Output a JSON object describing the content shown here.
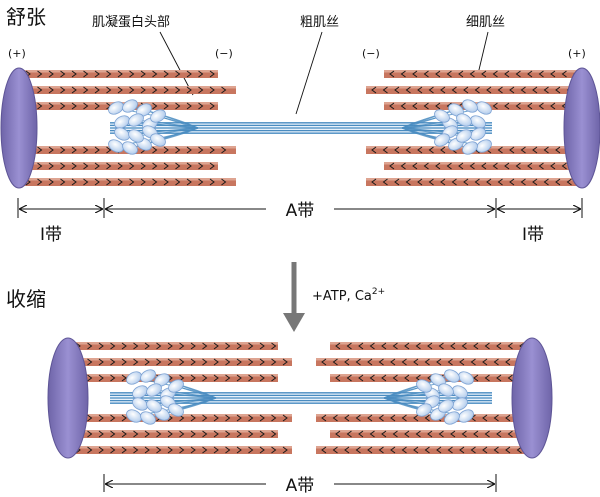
{
  "relaxed": {
    "title": "舒张",
    "label_myosin_head": "肌凝蛋白头部",
    "label_thick": "粗肌丝",
    "label_thin": "细肌丝",
    "plus_left": "(+)",
    "minus_left": "(−)",
    "minus_right": "(−)",
    "plus_right": "(+)",
    "band_a": "A带",
    "band_i_left": "I带",
    "band_i_right": "I带"
  },
  "transition": {
    "text_main": "+ATP, Ca",
    "text_sup": "2+"
  },
  "contracted": {
    "title": "收缩",
    "band_a": "A带"
  },
  "colors": {
    "thin_filament": "#c8765f",
    "thin_filament_light": "#e3b09e",
    "disc": "#8a7fc4",
    "disc_edge": "#5e5596",
    "thick_filament": "#4a8cc0",
    "myosin_head": "#cfe0f5",
    "chevron": "#1a1a1a",
    "arrow": "#777777"
  },
  "icons": {
    "chevron_right": "chevron-right-icon",
    "chevron_left": "chevron-left-icon",
    "down_arrow": "down-arrow-icon"
  }
}
